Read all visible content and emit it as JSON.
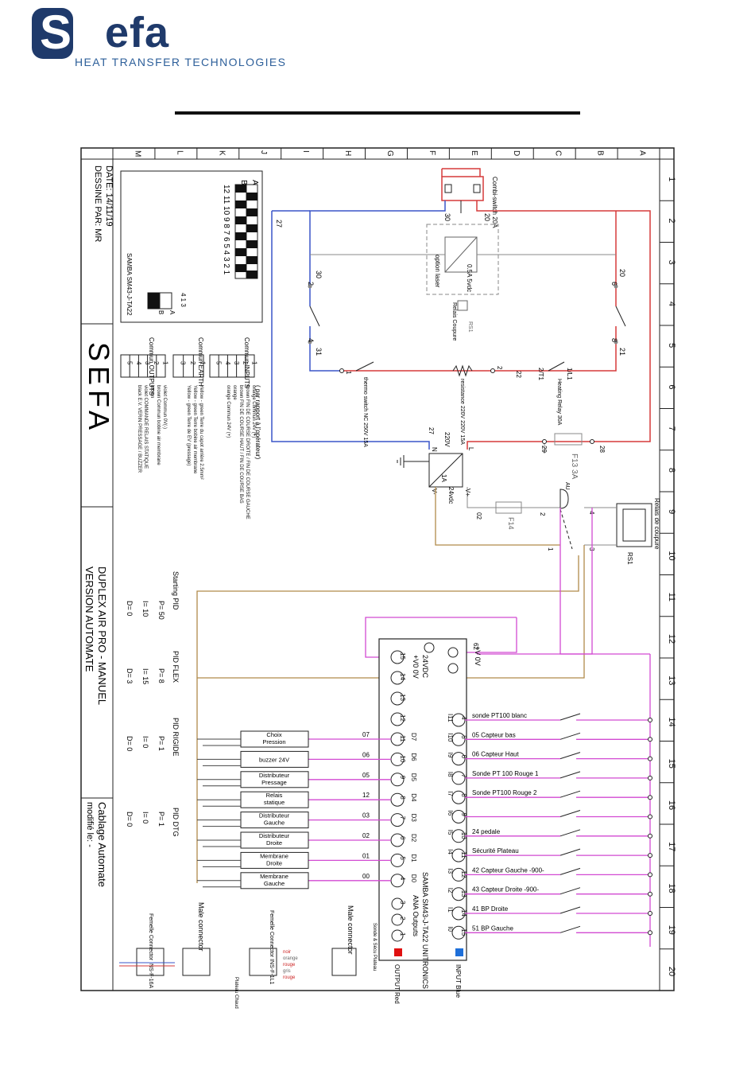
{
  "brand": {
    "mark_letter": "S",
    "name_rest": "efa",
    "tagline": "HEAT TRANSFER TECHNOLOGIES",
    "colors": {
      "navy": "#1f3a6b",
      "blue": "#2d5f9a"
    }
  },
  "colors": {
    "red_wire": "#d63a3a",
    "blue_wire": "#3a55c8",
    "magenta_wire": "#d24ad2",
    "brown_wire": "#b08a4a",
    "input_blue": "#1e6fd9",
    "output_red": "#e01010"
  },
  "frame": {
    "row_letters": [
      "M",
      "L",
      "K",
      "J",
      "I",
      "H",
      "G",
      "F",
      "E",
      "D",
      "C",
      "B",
      "A"
    ],
    "col_numbers": [
      "1",
      "2",
      "3",
      "4",
      "5",
      "6",
      "7",
      "8",
      "9",
      "10",
      "11",
      "12",
      "13",
      "14",
      "15",
      "16",
      "17",
      "18",
      "19",
      "20"
    ]
  },
  "title_block": {
    "drawn_by": "DESSINE PAR: MR",
    "date": "DATE: 14/11/19",
    "company": "SEFA",
    "project_line1": "DUPLEX AIR PRO - MANUEL",
    "project_line2": "VERSION AUTOMATE",
    "sheet_line1": "Cablage Automate",
    "sheet_line2": "modifié le: -"
  },
  "dip": {
    "label": "SAMBA SM43-J-TA22",
    "row_a": "A",
    "row_b": "B",
    "numbers": "12 11 10 9 8 7 6 5 4 3 2 1",
    "small_top": "4 1 3",
    "small_a": "A",
    "small_b": "B"
  },
  "legends": {
    "outputs": {
      "title": "Commun OUTPUTS",
      "pins": [
        "1",
        "2",
        "3",
        "4",
        "5"
      ],
      "lines": [
        "violet   Commun 0V(-)",
        "brown Commun bobine air membrane",
        "brown",
        "violet   COMMANDE RELAIS STATIQUE",
        "black  E.V. VERIN PRESSAGE / BUZZER"
      ]
    },
    "earth": {
      "title": "Commun EARTH",
      "pins": [
        "1",
        "2",
        "3"
      ],
      "lines": [
        "Yellow - green   Terre du capot arrière 2.5mm²",
        "Yellow - green   Terre bobine air membrane",
        "Yellow - green   Terre de EV (pressage)"
      ]
    },
    "inputs": {
      "title": "Commun INPUTS",
      "note": "( par rapport à l'opérateur)",
      "pins": [
        "1",
        "2",
        "3",
        "4",
        "5"
      ],
      "lines": [
        "orange   Commun 24V (+)",
        "brown  FIN DE COURSE DROITE / FIN DE COURSE GAUCHE",
        "brown  FIN DE COURSE HAUT / FIN DE COURSE BAS",
        "orange",
        "orange   Commun 24V (+)"
      ]
    }
  },
  "pid": {
    "starting": {
      "title": "Starting PID",
      "p": "P= 50",
      "i": "I= 10",
      "d": "D= 0"
    },
    "flex": {
      "title": "PID FLEX",
      "p": "P= 8",
      "i": "I= 15",
      "d": "D= 3"
    },
    "rigide": {
      "title": "PID RIGIDE",
      "p": "P= 1",
      "i": "I= 0",
      "d": "D= 0"
    },
    "dtg": {
      "title": "PID DTG",
      "p": "P= 1",
      "i": "I= 0",
      "d": "D= 0"
    }
  },
  "power": {
    "combi_switch": "Combi-switch 20A",
    "switch_30": "30",
    "switch_20": "20",
    "wire_27": "27",
    "option_laser": "option laser",
    "psu_small": "0.5A 5vdc",
    "relais_coupure": "Relais Coupure",
    "rs1": "RS1",
    "t30": "30",
    "t2": "2",
    "t4": "4",
    "t31": "31",
    "t20": "20",
    "t6": "6",
    "t8": "8",
    "t21": "21",
    "thermo": "thermo switch NC 250V 15A",
    "resistance": "resistance 220V 220V 15A",
    "heating_relay": "Heating Relay 30A",
    "hr_t1": "1/L1",
    "hr_t2": "2/T1",
    "t22": "22",
    "t1": "1",
    "t2b": "2",
    "psu": "220V",
    "psu_out": "24vdc",
    "psu_a": "1A",
    "psu_n": "N",
    "psu_l": "L",
    "psu_vp": "V+",
    "psu_vm": "V-",
    "t28": "28",
    "t29": "29",
    "fuse13": "F13 3A",
    "fuse14": "F14",
    "au": "AU",
    "relais_title": "Relais de coupure",
    "rs1b": "RS1",
    "t62": "62",
    "t02": "02",
    "t3": "3",
    "t1b": "1",
    "t2c": "2",
    "t4b": "4",
    "t27b": "27"
  },
  "plc": {
    "model": "SAMBA SM43-J-TA22 UNITRONICS",
    "ana_outputs": "ANA Outputs",
    "supply": "24VDC",
    "vo": "+V0  0V",
    "top_pins": [
      "+V",
      "0V"
    ],
    "input_label": "INPUT Blue",
    "output_label": "OUTPUT Red",
    "input_rows": [
      {
        "pin": "4",
        "code": "I11",
        "label": "sonde PT100 blanc"
      },
      {
        "pin": "5",
        "code": "I10",
        "label": "05 Capteur bas"
      },
      {
        "pin": "6",
        "code": "I9",
        "label": "06 Capteur Haut"
      },
      {
        "pin": "7",
        "code": "I8",
        "label": "Sonde PT 100 Rouge 1"
      },
      {
        "pin": "8",
        "code": "I7",
        "label": "Sonde PT100 Rouge 2"
      },
      {
        "pin": "9",
        "code": "I6",
        "label": ""
      },
      {
        "pin": "10",
        "code": "I5",
        "label": "24   pedale"
      },
      {
        "pin": "11",
        "code": "I4",
        "label": "Sécurité Plateau"
      },
      {
        "pin": "12",
        "code": "I3",
        "label": "42 Capteur Gauche -900-"
      },
      {
        "pin": "13",
        "code": "I2",
        "label": "43 Capteur Droite -900-"
      },
      {
        "pin": "14",
        "code": "I1",
        "label": "41   BP Droite"
      },
      {
        "pin": "15",
        "code": "I0",
        "label": "51   BP Gauche"
      }
    ],
    "output_rows": [
      {
        "pin": "11",
        "code": "D7",
        "wire": "07",
        "label": "Choix Pression"
      },
      {
        "pin": "10",
        "code": "D6",
        "wire": "06",
        "label": "buzzer 24V"
      },
      {
        "pin": "9",
        "code": "D5",
        "wire": "05",
        "label": "Distributeur Pressage"
      },
      {
        "pin": "8",
        "code": "D4",
        "wire": "12",
        "label": "Relais statique"
      },
      {
        "pin": "7",
        "code": "D3",
        "wire": "03",
        "label": "Distributeur Gauche"
      },
      {
        "pin": "6",
        "code": "D2",
        "wire": "02",
        "label": "Distributeur Droite"
      },
      {
        "pin": "5",
        "code": "D1",
        "wire": "01",
        "label": "Membrane Droite"
      },
      {
        "pin": "4",
        "code": "D0",
        "wire": "00",
        "label": "Membrane Gauche"
      }
    ],
    "extra_pins": [
      "15",
      "14",
      "13",
      "12"
    ],
    "ana_pins": [
      "3",
      "2",
      "1"
    ]
  },
  "connectors": {
    "sonde": "Sonde & Sécu Plateau",
    "male1": "Male connector",
    "female1": "Femelle Connector INS-F-1L1",
    "male2": "Male connector",
    "female2": "Femelle Connector INS-F-16A",
    "wires": [
      "noir",
      "orange",
      "rouge",
      "gris",
      "rouge"
    ],
    "plateau": "Plateau Chaud"
  }
}
